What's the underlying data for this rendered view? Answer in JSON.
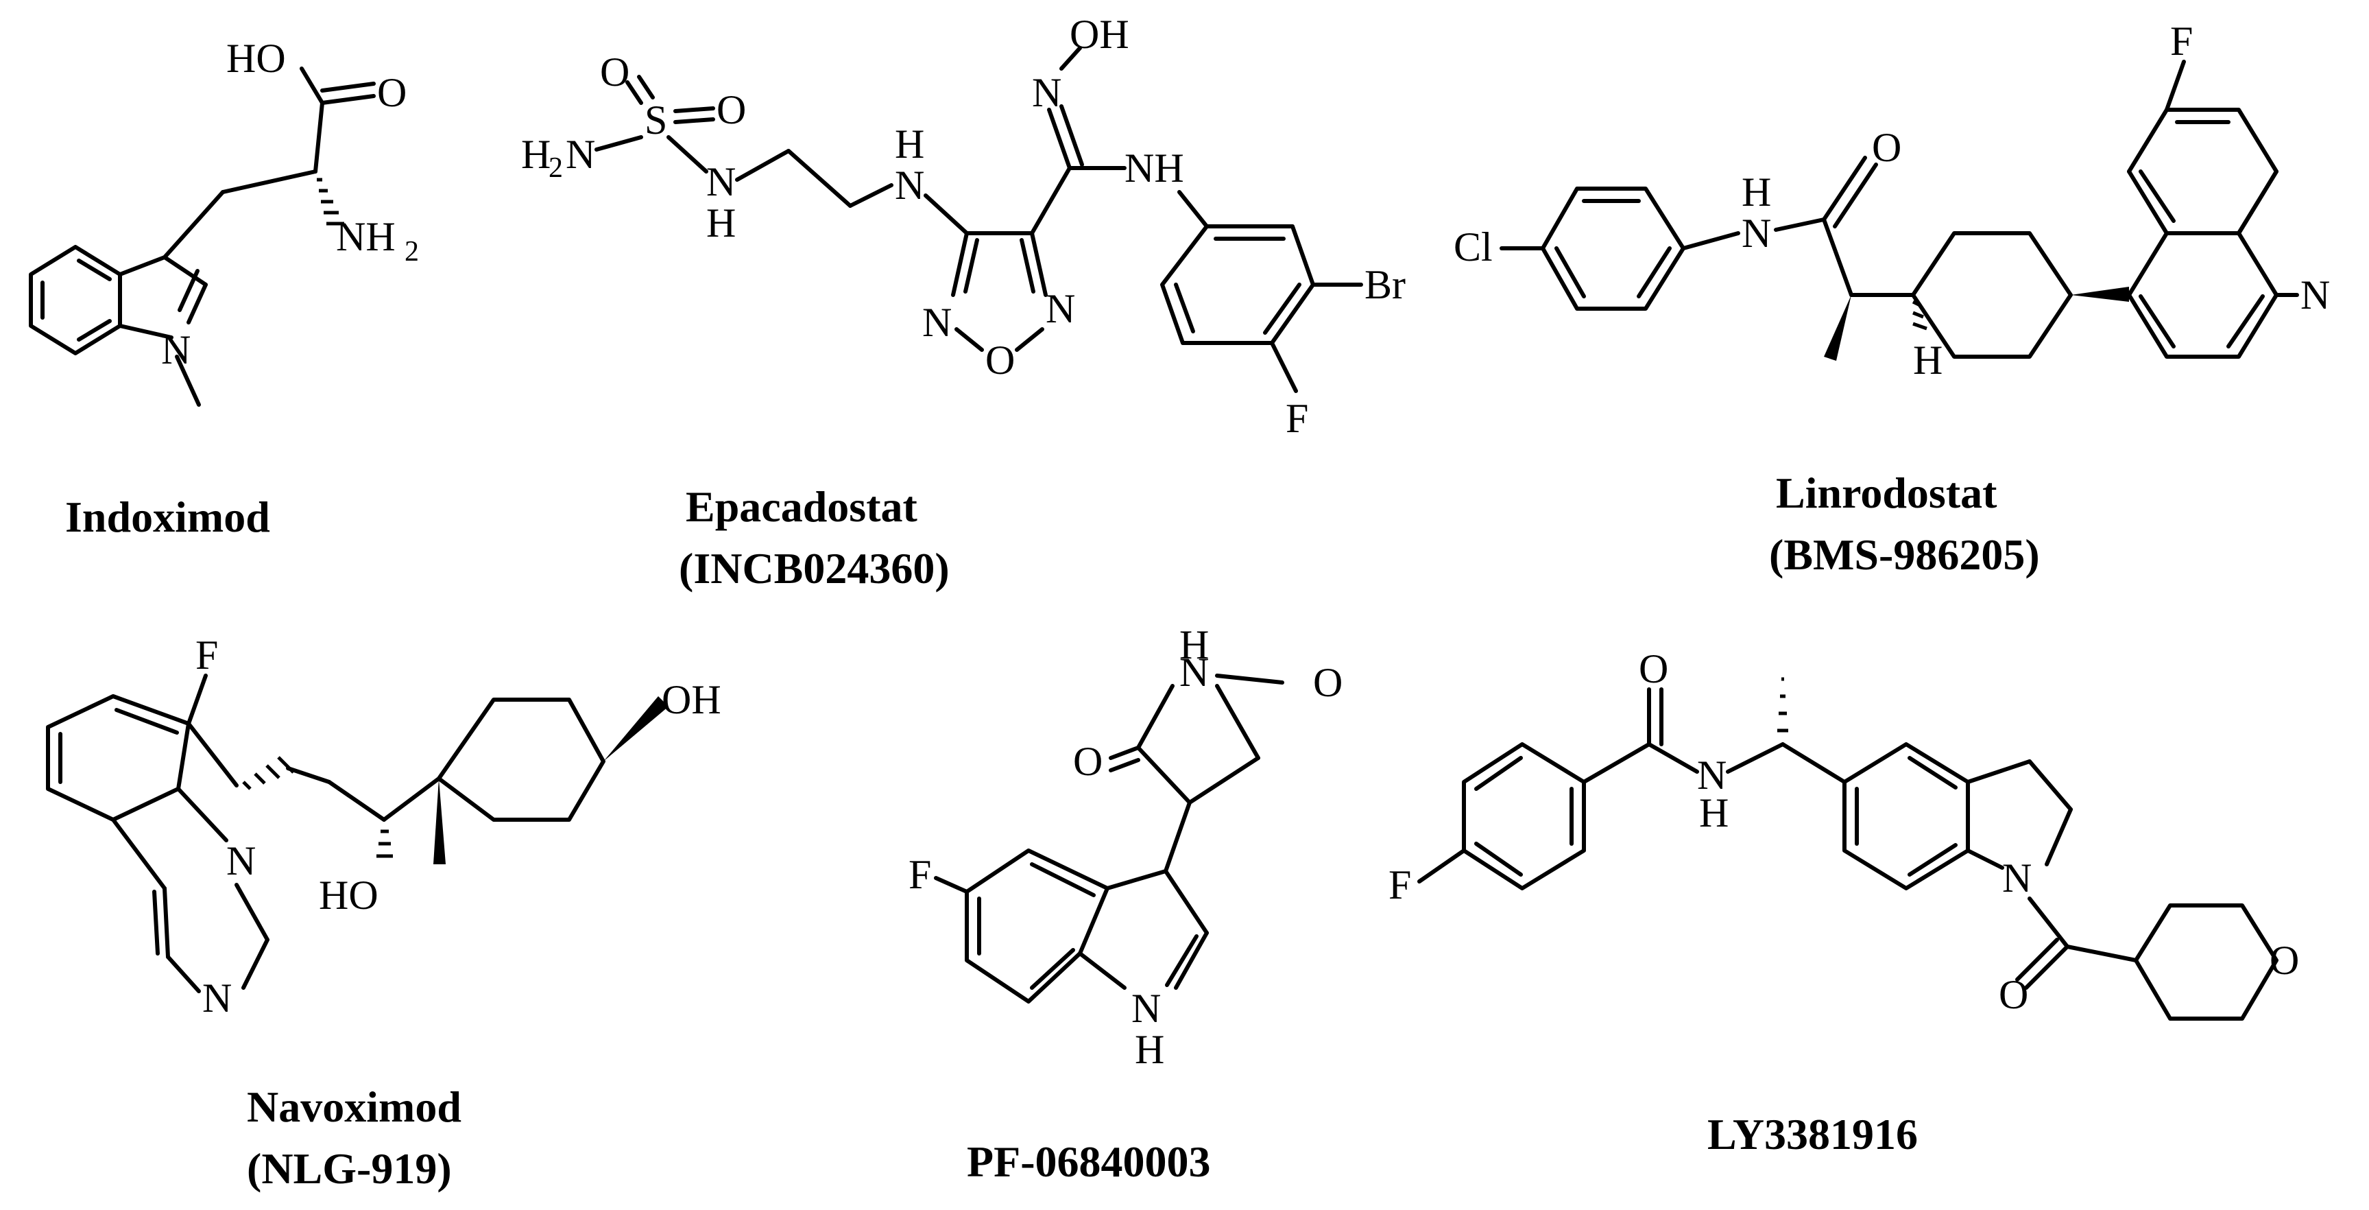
{
  "compounds": [
    {
      "name": "Indoximod",
      "code": ""
    },
    {
      "name": "Epacadostat",
      "code": "(INCB024360)"
    },
    {
      "name": "Linrodostat",
      "code": "(BMS-986205)"
    },
    {
      "name": "Navoximod",
      "code": "(NLG-919)"
    },
    {
      "name": "PF-06840003",
      "code": ""
    },
    {
      "name": "LY3381916",
      "code": ""
    }
  ],
  "atom_labels": {
    "indoximod": {
      "oh": "HO",
      "o": "O",
      "nh2": "NH",
      "nh2_sub": "2",
      "n": "N"
    },
    "epacadostat": {
      "oh": "OH",
      "n_oxime": "N",
      "nh_aryl": "NH",
      "h2n": "H",
      "h2n_sub": "2",
      "h2n_n": "N",
      "s": "S",
      "o1": "O",
      "o2": "O",
      "nh_a": "N",
      "nh_a_h": "H",
      "nh_b": "N",
      "nh_b_h": "H",
      "ring_n1": "N",
      "ring_n2": "N",
      "ring_o": "O",
      "br": "Br",
      "f": "F"
    },
    "linrodostat": {
      "cl": "Cl",
      "nh": "N",
      "nh_h": "H",
      "o": "O",
      "h": "H",
      "f": "F",
      "n": "N"
    },
    "navoximod": {
      "f": "F",
      "oh": "OH",
      "ho": "HO",
      "n1": "N",
      "n2": "N"
    },
    "pf06840003": {
      "nh": "N",
      "nh_h": "H",
      "o1": "O",
      "o2": "O",
      "f": "F",
      "n": "N",
      "n_h": "H"
    },
    "ly3381916": {
      "o": "O",
      "nh": "N",
      "nh_h": "H",
      "f": "F",
      "n": "N",
      "o2": "O",
      "o3": "O"
    }
  }
}
